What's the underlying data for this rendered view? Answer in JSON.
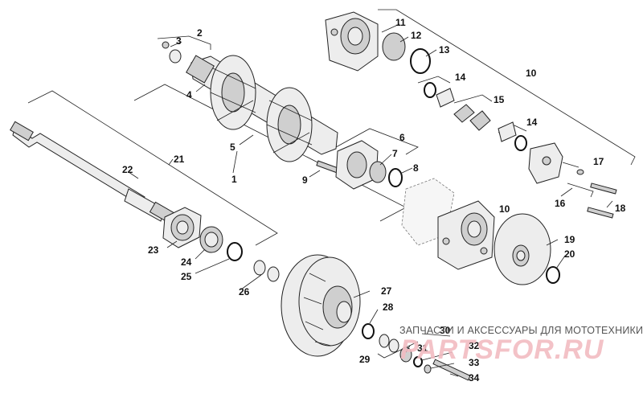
{
  "diagram": {
    "callouts": {
      "n1": "1",
      "n2": "2",
      "n3": "3",
      "n4": "4",
      "n5": "5",
      "n6": "6",
      "n7": "7",
      "n8": "8",
      "n9": "9",
      "n10a": "10",
      "n10b": "10",
      "n11": "11",
      "n12": "12",
      "n13": "13",
      "n14a": "14",
      "n14b": "14",
      "n15": "15",
      "n16": "16",
      "n17": "17",
      "n18": "18",
      "n19": "19",
      "n20": "20",
      "n21": "21",
      "n22": "22",
      "n23": "23",
      "n24": "24",
      "n25": "25",
      "n26": "26",
      "n27": "27",
      "n28": "28",
      "n29": "29",
      "n30": "30",
      "n31": "31",
      "n32": "32",
      "n33": "33",
      "n34": "34"
    }
  },
  "watermark": {
    "caption": "ЗАПЧАСТИ И АКСЕССУАРЫ ДЛЯ МОТОТЕХНИКИ",
    "logo": "PARTSFOR.RU"
  }
}
